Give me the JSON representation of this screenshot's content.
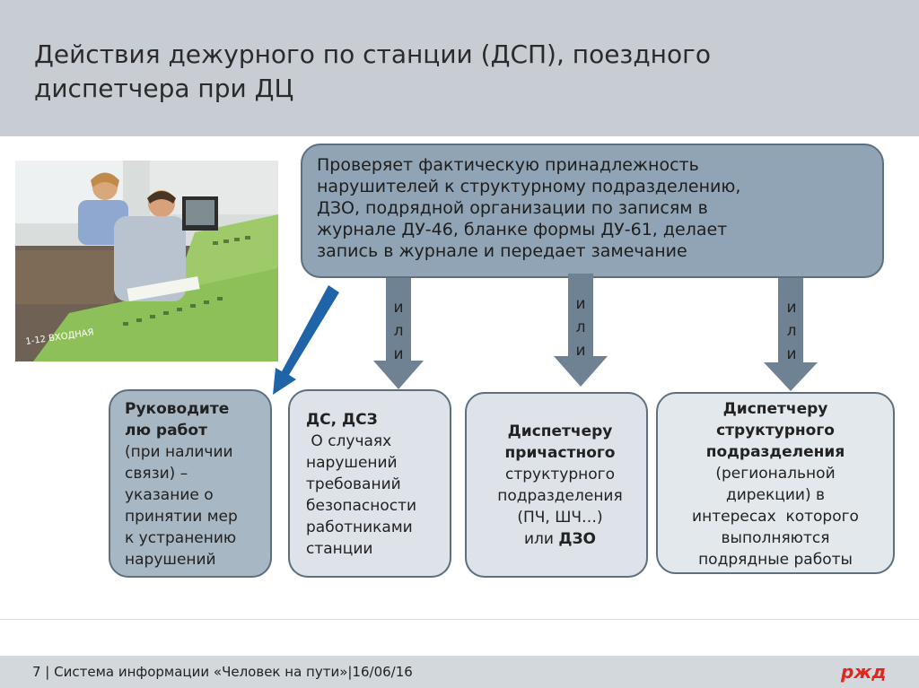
{
  "slide": {
    "title": "Действия дежурного по станции (ДСП), поездного\nдиспетчера при ДЦ"
  },
  "top_box": {
    "lines": [
      "Проверяет фактическую принадлежность",
      "нарушителей к структурному  подразделению,",
      "ДЗО, подрядной организации по записям в",
      "журнале ДУ-46, бланке формы ДУ-61, делает",
      "запись в журнале и передает замечание"
    ]
  },
  "connectors": {
    "or_label": [
      "и",
      "л",
      "и"
    ]
  },
  "boxes": {
    "manager": {
      "title_lines": [
        "Руководите",
        "лю работ"
      ],
      "body_lines": [
        "(при наличии",
        "связи) –",
        "указание о",
        "принятии мер",
        "к устранению",
        "нарушений"
      ]
    },
    "ds": {
      "title": "ДС, ДСЗ",
      "body_lines": [
        " О случаях",
        "нарушений",
        "требований",
        "безопасности",
        "работниками",
        "станции"
      ]
    },
    "dispatcher_related": {
      "title_lines": [
        "Диспетчеру",
        "причастного"
      ],
      "body_lines": [
        "структурного",
        "подразделения",
        "(ПЧ, ШЧ…)"
      ],
      "last_prefix": "или ",
      "last_bold": "ДЗО"
    },
    "dispatcher_structural": {
      "title_lines": [
        "Диспетчеру",
        "структурного",
        "подразделения"
      ],
      "body_lines": [
        "(региональной",
        "дирекции) в",
        "интересах  которого",
        "выполняются",
        "подрядные работы"
      ]
    }
  },
  "footer": {
    "text": "7 | Система информации «Человек на пути»|16/06/16",
    "logo_text": "ржд"
  },
  "colors": {
    "header_bg": "#c7cdd3",
    "top_box_bg": "#90a4b5",
    "manager_box_bg": "#a7b7c4",
    "light_box_bg": "#dde3e8",
    "arrow_gray": "#6f8293",
    "arrow_blue": "#1f63a8",
    "logo_red": "#e1261c"
  }
}
